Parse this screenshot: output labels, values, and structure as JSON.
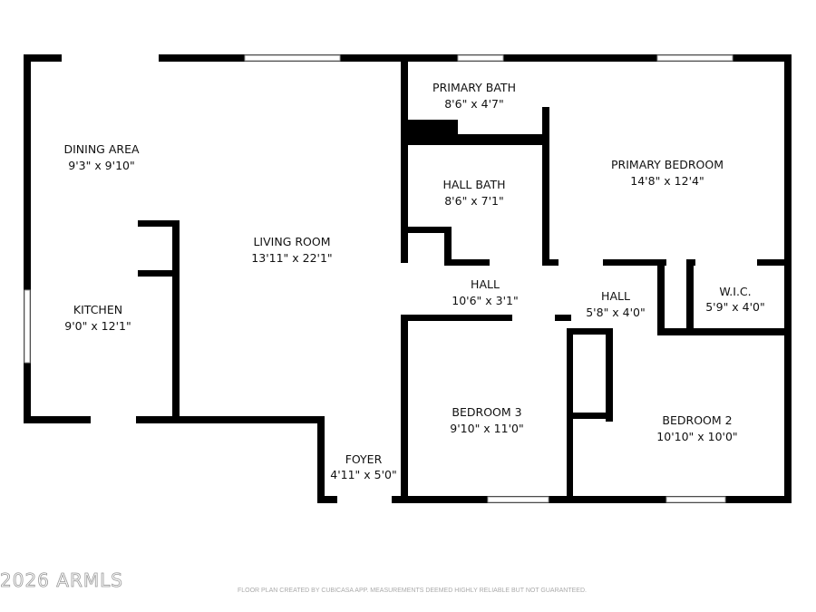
{
  "rooms": [
    {
      "name": "DINING AREA",
      "size": "9'3\" x 9'10\""
    },
    {
      "name": "LIVING ROOM",
      "size": "13'11\" x 22'1\""
    },
    {
      "name": "KITCHEN",
      "size": "9'0\" x 12'1\""
    },
    {
      "name": "PRIMARY BATH",
      "size": "8'6\" x 4'7\""
    },
    {
      "name": "HALL BATH",
      "size": "8'6\" x 7'1\""
    },
    {
      "name": "PRIMARY BEDROOM",
      "size": "14'8\" x 12'4\""
    },
    {
      "name": "HALL",
      "size": "10'6\" x 3'1\""
    },
    {
      "name": "HALL",
      "size": "5'8\" x 4'0\""
    },
    {
      "name": "W.I.C.",
      "size": "5'9\" x 4'0\""
    },
    {
      "name": "BEDROOM 3",
      "size": "9'10\" x 11'0\""
    },
    {
      "name": "BEDROOM 2",
      "size": "10'10\" x 10'0\""
    },
    {
      "name": "FOYER",
      "size": "4'11\" x 5'0\""
    }
  ],
  "watermark": "2026 ARMLS",
  "credit": "FLOOR PLAN CREATED BY CUBICASA APP. MEASUREMENTS DEEMED HIGHLY RELIABLE BUT NOT GUARANTEED."
}
